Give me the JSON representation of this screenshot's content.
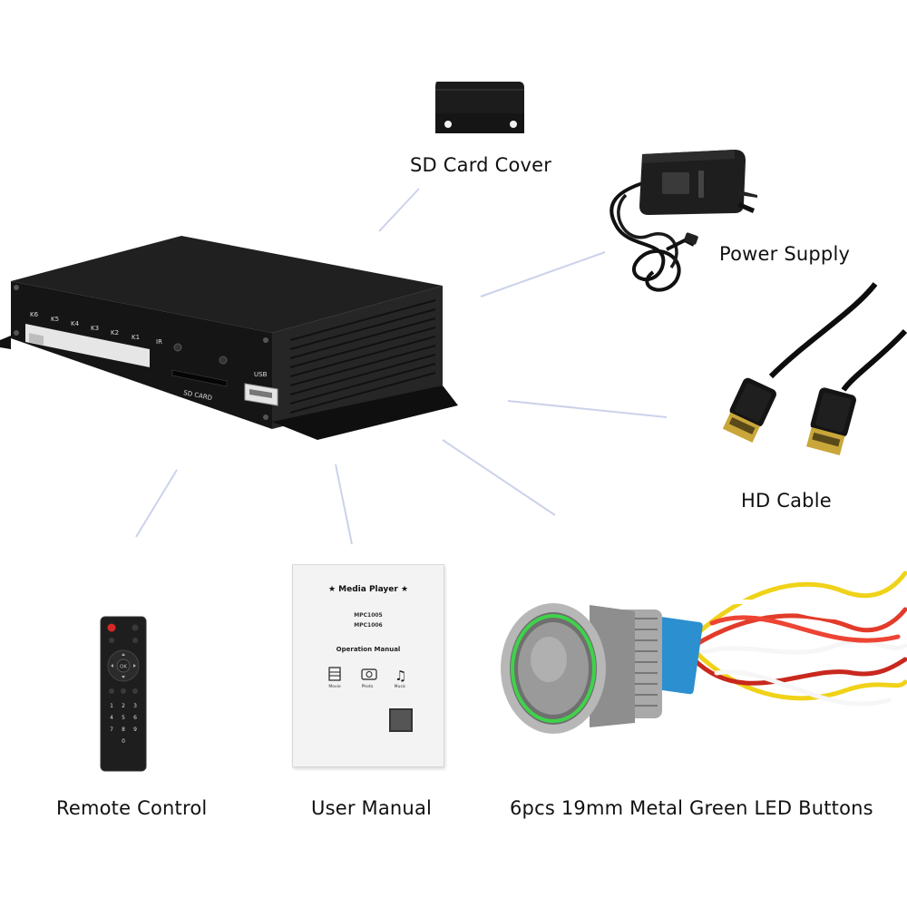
{
  "captions": {
    "sd_card_cover": "SD Card Cover",
    "power_supply": "Power Supply",
    "hd_cable": "HD Cable",
    "remote_control": "Remote Control",
    "user_manual": "User Manual",
    "led_buttons": "6pcs 19mm Metal Green LED Buttons"
  },
  "player_labels": {
    "keys": [
      "K6",
      "K5",
      "K4",
      "K3",
      "K2",
      "K1"
    ],
    "ir": "IR",
    "usb": "USB",
    "sd_card": "SD CARD"
  },
  "manual": {
    "title": "★ Media Player ★",
    "models": [
      "MPC1005",
      "MPC1006"
    ],
    "subtitle": "Operation Manual",
    "icon_labels": [
      "Movie",
      "Photo",
      "Music"
    ]
  },
  "remote": {
    "ok_label": "OK",
    "keypad": [
      "1",
      "2",
      "3",
      "4",
      "5",
      "6",
      "7",
      "8",
      "9",
      "0"
    ]
  },
  "colors": {
    "led_ring": "#3fd24a",
    "device_body": "#1a1a1a",
    "cable": "#0d0d0d",
    "plug_gold": "#c9a63a",
    "leader_line": "#c7cde8"
  },
  "icons": [
    "sd-card-cover",
    "power-adapter",
    "hdmi-cable",
    "media-player-box",
    "remote-control",
    "user-manual",
    "metal-led-button"
  ]
}
